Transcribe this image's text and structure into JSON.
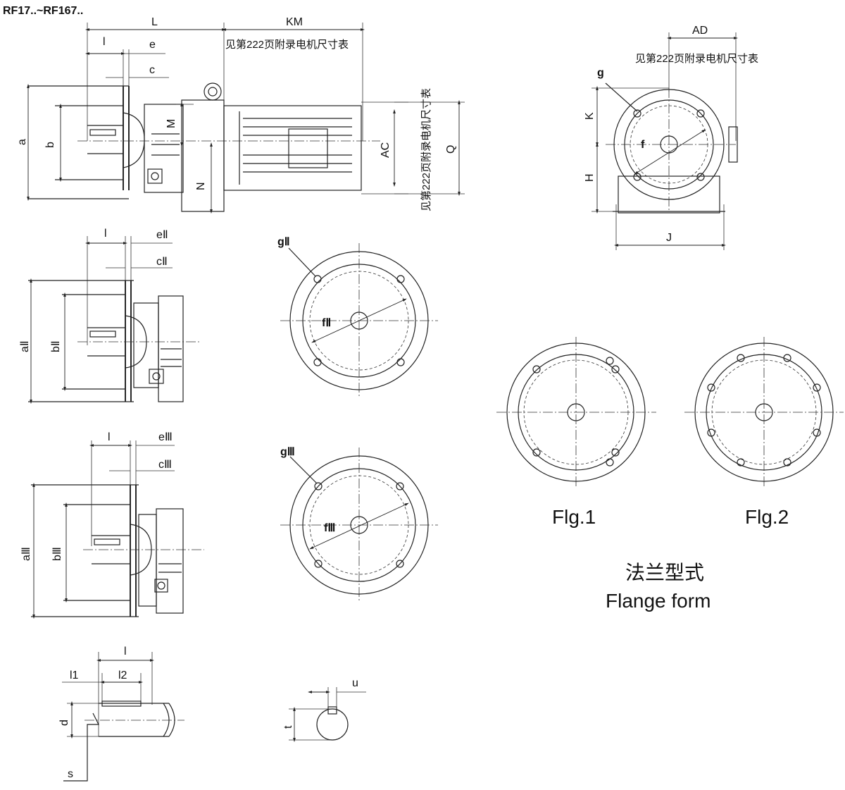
{
  "title": "RF17..~RF167..",
  "dims": {
    "L": "L",
    "KM": "KM",
    "l": "l",
    "e": "e",
    "c": "c",
    "a": "a",
    "b": "b",
    "M": "M",
    "N": "N",
    "AC": "AC",
    "Q": "Q",
    "AD": "AD",
    "g": "g",
    "K": "K",
    "f": "f",
    "H": "H",
    "J": "J",
    "e2": "eⅡ",
    "c2": "cⅡ",
    "a2": "aⅡ",
    "b2": "bⅡ",
    "g2": "gⅡ",
    "f2": "fⅡ",
    "e3": "eⅢ",
    "c3": "cⅢ",
    "a3": "aⅢ",
    "b3": "bⅢ",
    "g3": "gⅢ",
    "f3": "fⅢ",
    "l1": "l1",
    "l2": "l2",
    "d": "d",
    "s": "s",
    "t": "t",
    "u": "u"
  },
  "notes": {
    "motor_table_top": "见第222页附录电机尺寸表",
    "motor_table_side": "见第222页附录电机尺寸表",
    "motor_table_right": "见第222页附录电机尺寸表"
  },
  "figures": {
    "fig1": "Flg.1",
    "fig2": "Flg.2"
  },
  "caption": {
    "zh": "法兰型式",
    "en": "Flange form"
  }
}
